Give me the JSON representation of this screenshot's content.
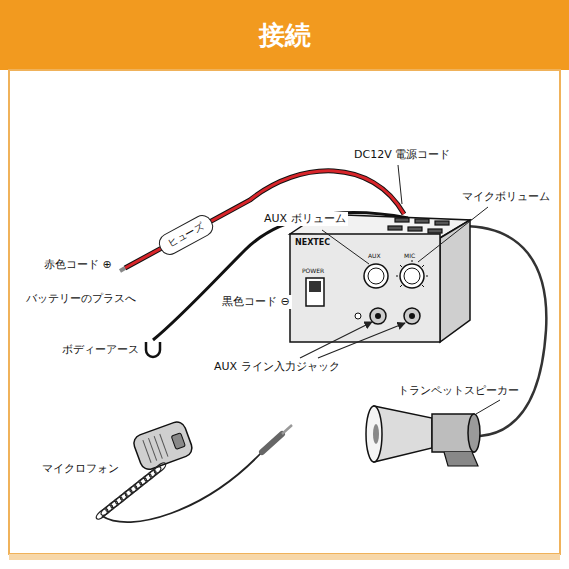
{
  "diagram": {
    "title": "接続",
    "nodes": [
      {
        "text": [
          "ヒューズ"
        ]
      }
    ],
    "labels": [
      "DC12V 電源コード",
      "AUX ボリューム",
      "マイクボリューム",
      "赤色コード ⊕",
      "バッテリーのプラスへ",
      "黒色コード ⊖",
      "ボディーアース",
      "AUX ライン入力ジャック",
      "トランペットスピーカー",
      "マイクロフォン",
      "NEXTEC",
      "POWER",
      "AUX",
      "MIC"
    ]
  }
}
